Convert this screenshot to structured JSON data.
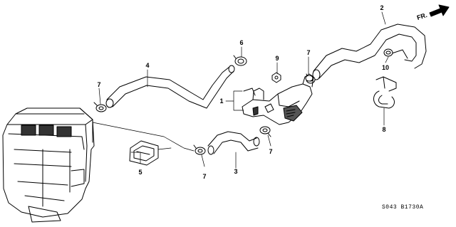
{
  "diagram": {
    "direction_label": "FR.",
    "reference_code": "S043 B1730A",
    "callouts": {
      "c1": "1",
      "c2": "2",
      "c3": "3",
      "c4": "4",
      "c5": "5",
      "c6": "6",
      "c7a": "7",
      "c7b": "7",
      "c7c": "7",
      "c7d": "7",
      "c8": "8",
      "c9": "9",
      "c10": "10"
    }
  }
}
